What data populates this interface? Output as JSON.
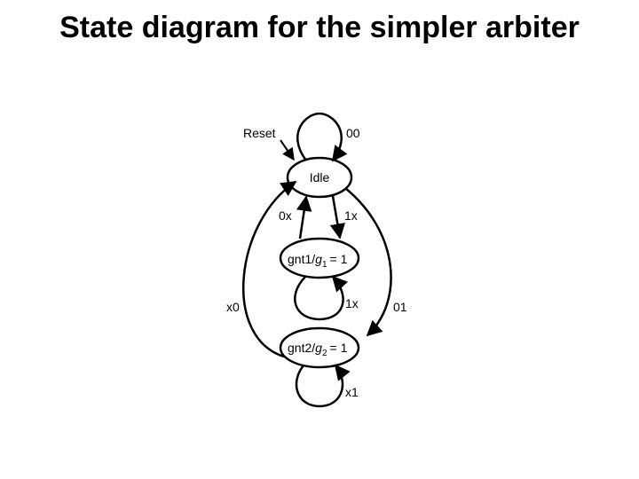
{
  "title": "State diagram for the simpler arbiter",
  "diagram": {
    "reset_label": "Reset",
    "states": {
      "idle": {
        "label": "Idle"
      },
      "gnt1": {
        "label_prefix": "gnt1/",
        "label_var": "g",
        "label_sub": "1",
        "label_suffix": "= 1"
      },
      "gnt2": {
        "label_prefix": "gnt2/",
        "label_var": "g",
        "label_sub": "2",
        "label_suffix": "= 1"
      }
    },
    "transitions": {
      "idle_self": "00",
      "idle_to_gnt1": "1x",
      "gnt1_to_idle": "0x",
      "gnt1_self": "1x",
      "gnt2_to_idle": "x0",
      "idle_to_gnt2": "01",
      "gnt2_self": "x1"
    },
    "colors": {
      "stroke": "#000000",
      "background": "#ffffff"
    }
  }
}
